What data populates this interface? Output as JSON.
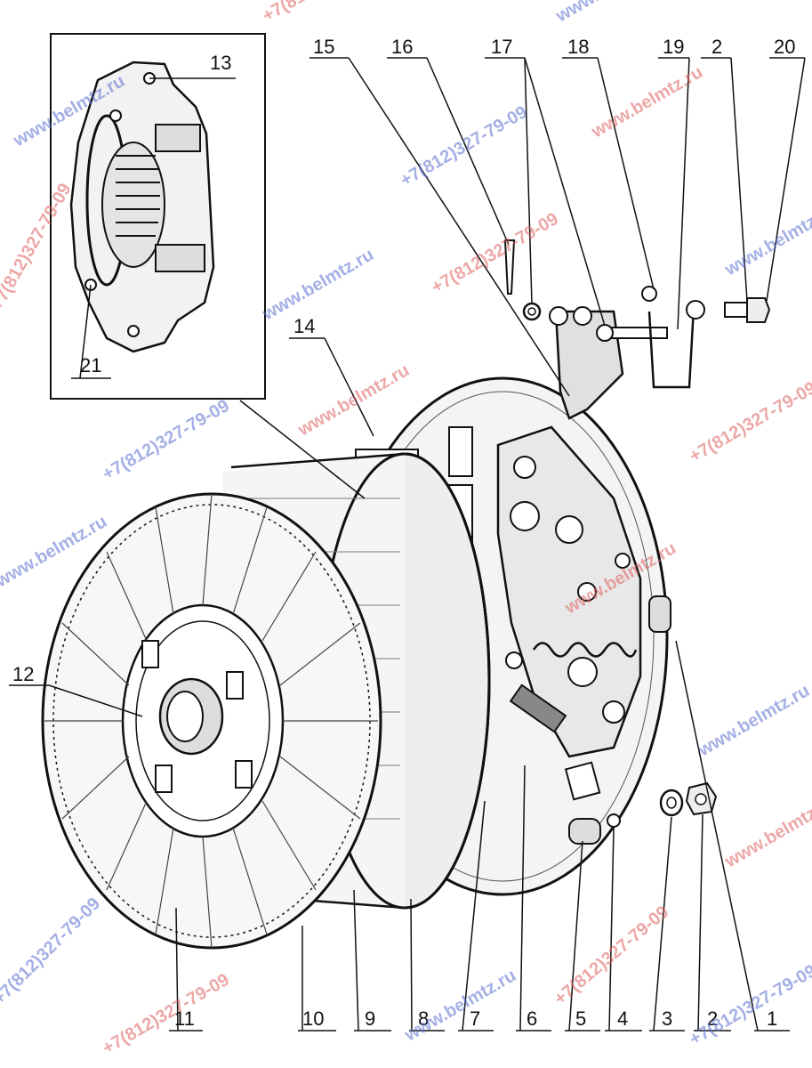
{
  "callouts": {
    "n1": "1",
    "n2": "2",
    "n3": "3",
    "n4": "4",
    "n5": "5",
    "n6": "6",
    "n7": "7",
    "n8": "8",
    "n9": "9",
    "n10": "10",
    "n11": "11",
    "n12": "12",
    "n13": "13",
    "n14": "14",
    "n15": "15",
    "n16": "16",
    "n17": "17",
    "n18": "18",
    "n19": "19",
    "n20": "20",
    "n21": "21"
  },
  "watermarks": {
    "site": "www.belmtz.ru",
    "phone": "+7(812)327-79-09"
  }
}
